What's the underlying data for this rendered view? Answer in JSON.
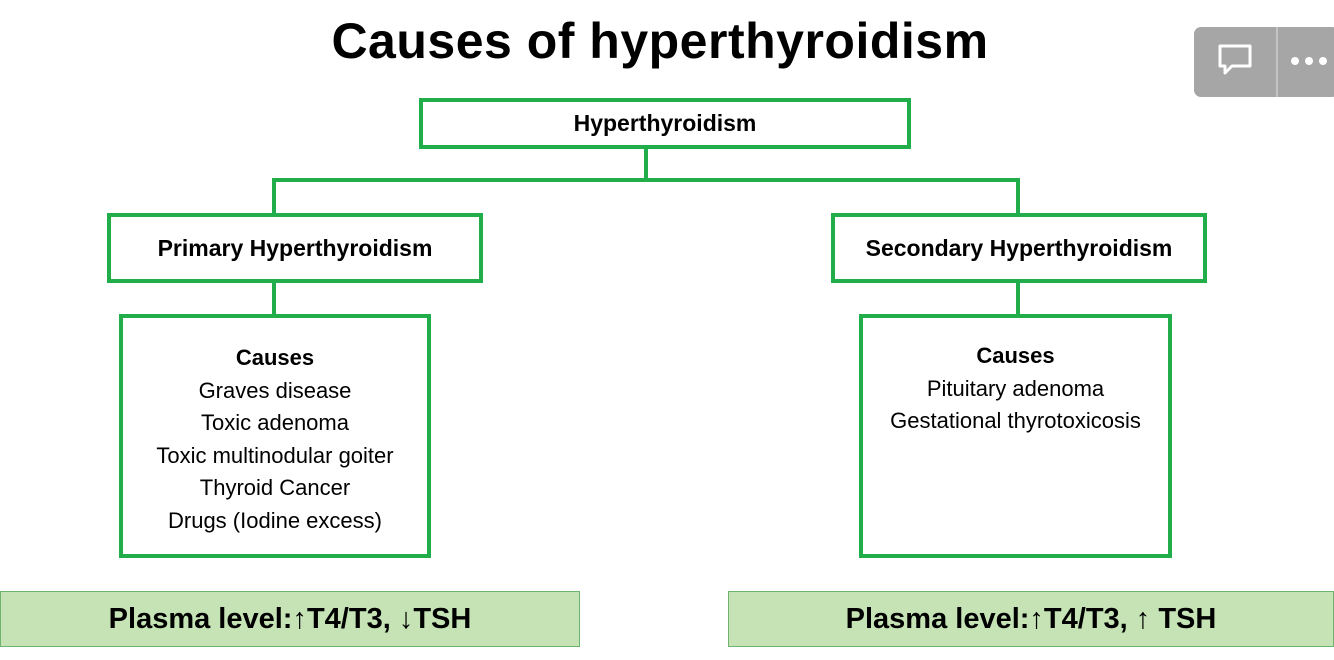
{
  "title": "Causes of hyperthyroidism",
  "root": {
    "label": "Hyperthyroidism"
  },
  "primary": {
    "label": "Primary Hyperthyroidism",
    "causes_heading": "Causes",
    "causes": [
      "Graves disease",
      "Toxic adenoma",
      "Toxic multinodular goiter",
      "Thyroid Cancer",
      "Drugs (Iodine excess)"
    ],
    "plasma": "Plasma level:↑T4/T3, ↓TSH"
  },
  "secondary": {
    "label": "Secondary Hyperthyroidism",
    "causes_heading": "Causes",
    "causes": [
      "Pituitary adenoma",
      "Gestational thyrotoxicosis"
    ],
    "plasma": "Plasma level:↑T4/T3, ↑ TSH"
  },
  "toolbar": {
    "comment_icon": "comment-icon",
    "more_icon": "more-options-icon"
  },
  "colors": {
    "border_green": "#22ad4b",
    "plasma_fill": "#c5e3b5",
    "toolbar_gray": "#a6a6a6"
  }
}
